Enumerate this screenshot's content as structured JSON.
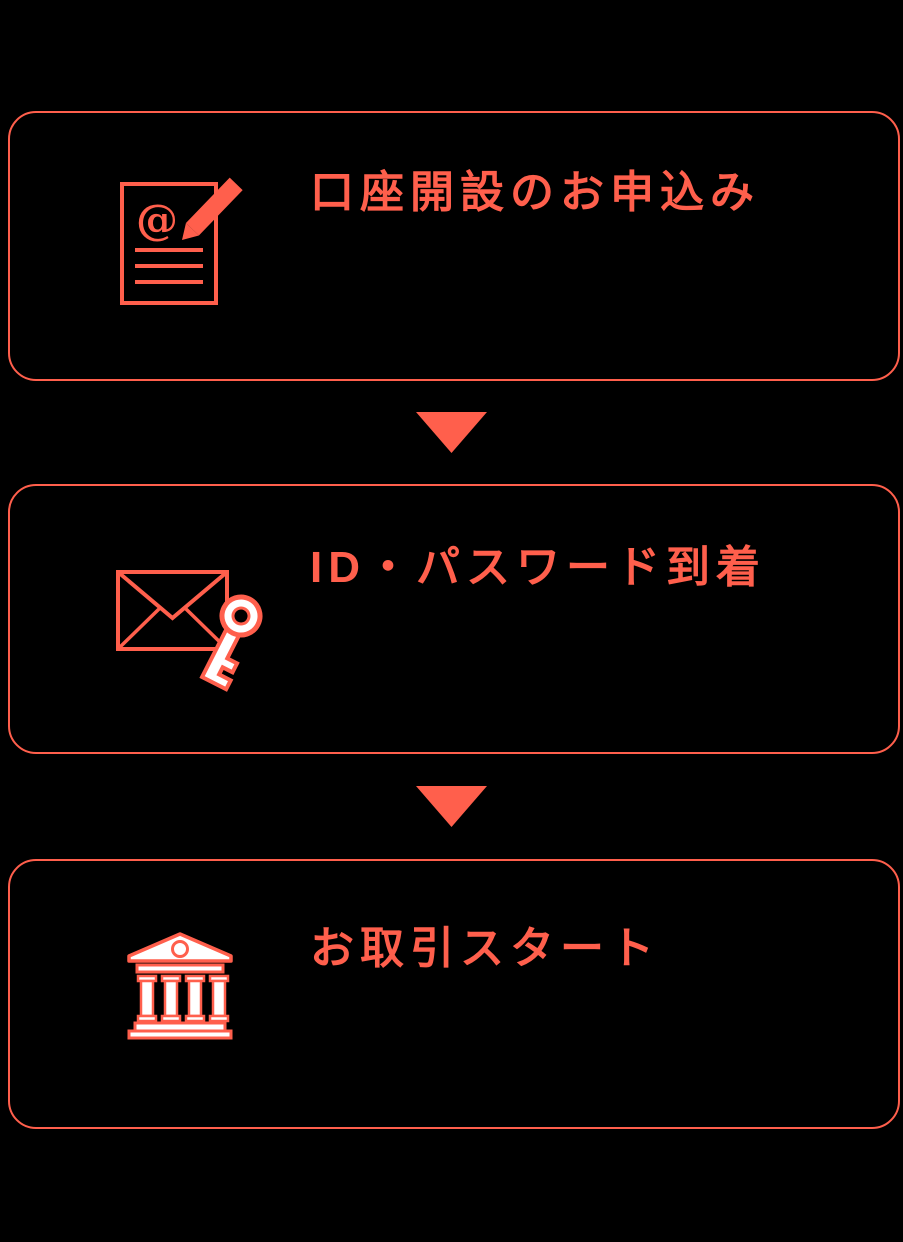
{
  "diagram": {
    "name": "account-opening-flow",
    "steps": [
      {
        "title": "口座開設のお申込み",
        "icon": "application-form-icon"
      },
      {
        "title": "ID・パスワード到着",
        "icon": "mail-with-key-icon"
      },
      {
        "title": "お取引スタート",
        "icon": "bank-icon"
      }
    ],
    "connector": {
      "icon": "down-arrow-icon",
      "shape": "triangle-down"
    },
    "at_symbol": "@"
  },
  "colors": {
    "accent": "#FF5F4C",
    "background": "#000000",
    "icon_fill": "#FFFFFF"
  }
}
